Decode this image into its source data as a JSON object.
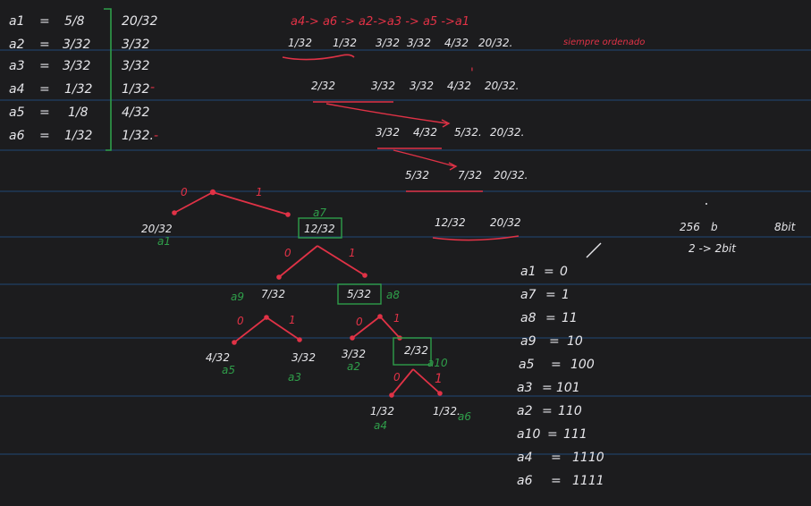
{
  "colors": {
    "background": "#1c1c1e",
    "rule_line": "#1f3f66",
    "white_ink": "#e6e6ea",
    "red_ink": "#e03246",
    "green_ink": "#2f9e4a"
  },
  "probability_table": [
    {
      "sym": "a1",
      "eq": "=",
      "prob": "5/8",
      "acc": "20/32",
      "mark": ""
    },
    {
      "sym": "a2",
      "eq": "=",
      "prob": "3/32",
      "acc": "3/32",
      "mark": ""
    },
    {
      "sym": "a3",
      "eq": "=",
      "prob": "3/32",
      "acc": "3/32",
      "mark": ""
    },
    {
      "sym": "a4",
      "eq": "=",
      "prob": "1/32",
      "acc": "1/32",
      "mark": "-"
    },
    {
      "sym": "a5",
      "eq": "=",
      "prob": "1/8",
      "acc": "4/32",
      "mark": ""
    },
    {
      "sym": "a6",
      "eq": "=",
      "prob": "1/32",
      "acc": "1/32.",
      "mark": "-"
    }
  ],
  "reduction_steps": {
    "order": "a4-> a6 -> a2->a3 -> a5 ->a1",
    "note": "siempre ordenado",
    "rows": [
      [
        "1/32",
        "1/32",
        "3/32",
        "3/32",
        "4/32",
        "20/32."
      ],
      [
        "2/32",
        "3/32",
        "3/32",
        "4/32",
        "20/32."
      ],
      [
        "3/32",
        "4/32",
        "5/32.",
        "20/32."
      ],
      [
        "5/32",
        "7/32",
        "20/32."
      ],
      [
        "12/32",
        "20/32"
      ]
    ],
    "tick_mark": "'"
  },
  "tree": {
    "root_left_bit": "0",
    "root_right_bit": "1",
    "n_root_left_value": "20/32",
    "n_root_left_symbol": "a1",
    "n_root_right_value": "12/32",
    "n_root_right_symbol": "a7",
    "n2_left_bit": "0",
    "n2_right_bit": "1",
    "n2_left_value": "7/32",
    "n2_left_symbol": "a9",
    "n2_right_value": "5/32",
    "n2_right_symbol": "a8",
    "n3_left_bit": "0",
    "n3_right_bit": "1",
    "n3_left_value": "4/32",
    "n3_left_symbol": "a5",
    "n3_right_value": "3/32",
    "n3_right_symbol": "a3",
    "n4_left_bit": "0",
    "n4_right_bit": "1",
    "n4_left_value": "3/32",
    "n4_left_symbol": "a2",
    "n4_right_value": "2/32",
    "n4_right_symbol": "a10",
    "n5_left_bit": "0",
    "n5_right_bit": "1",
    "n5_left_value": "1/32",
    "n5_left_symbol": "a4",
    "n5_right_value": "1/32.",
    "n5_right_symbol": "a6"
  },
  "codes": [
    {
      "sym": "a1",
      "eq": "=",
      "code": "0"
    },
    {
      "sym": "a7",
      "eq": "=",
      "code": "1"
    },
    {
      "sym": "a8",
      "eq": "=",
      "code": "11"
    },
    {
      "sym": "a9",
      "eq": "=",
      "code": "10"
    },
    {
      "sym": "a5",
      "eq": "=",
      "code": "100"
    },
    {
      "sym": "a3",
      "eq": "=",
      "code": "101"
    },
    {
      "sym": "a2",
      "eq": "=",
      "code": "110"
    },
    {
      "sym": "a10",
      "eq": "=",
      "code": "111"
    },
    {
      "sym": "a4",
      "eq": "=",
      "code": "1110"
    },
    {
      "sym": "a6",
      "eq": "=",
      "code": "1111"
    }
  ],
  "side_notes": {
    "line1_left": "256",
    "line1_mid": "b",
    "line1_right": "8bit",
    "line2": "2 -> 2bit"
  }
}
